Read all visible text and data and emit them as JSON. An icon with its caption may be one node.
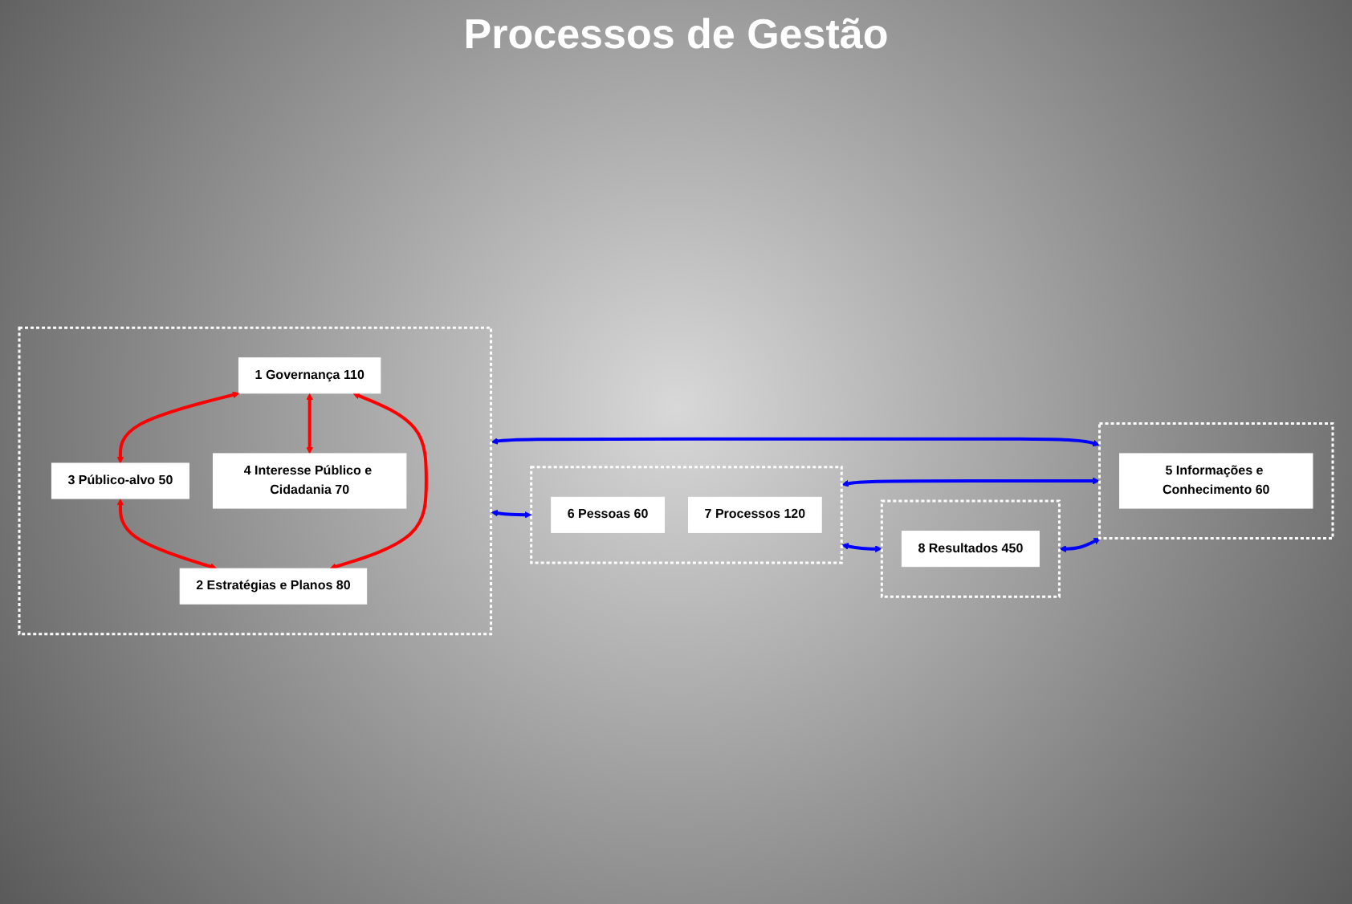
{
  "diagram": {
    "title": "Processos de Gestão",
    "nodes": [
      {
        "text": [],
        "shape": "box"
      },
      {
        "text": [
          "3 Público-alvo 50"
        ],
        "in": 0
      },
      {
        "text": [
          "1 Governança 110"
        ],
        "in": 0
      },
      {
        "text": [
          "2 Estratégias e Planos 80"
        ],
        "in": 0
      },
      {
        "text": [
          "4 Interesse Público e Cidadania 70"
        ],
        "in": 0
      },
      {
        "text": [],
        "shape": "box"
      },
      {
        "text": [
          "6 Pessoas 60"
        ],
        "in": 5
      },
      {
        "text": [
          "7 Processos 120"
        ],
        "in": 5
      },
      {
        "text": [],
        "shape": "box"
      },
      {
        "text": [
          "8 Resultados 450"
        ],
        "in": 8
      },
      {
        "text": [],
        "shape": "box"
      },
      {
        "text": [
          "5 Informações e Conhecimento 60"
        ],
        "in": 10
      }
    ],
    "edges": [
      {
        "from": 2,
        "to": 1,
        "arrow": "both",
        "color": "#ff0000"
      },
      {
        "from": 1,
        "to": 3,
        "arrow": "both",
        "color": "#ff0000"
      },
      {
        "from": 2,
        "to": 3,
        "arrow": "both",
        "color": "#ff0000"
      },
      {
        "from": 2,
        "to": 4,
        "arrow": "both",
        "color": "#ff0000"
      },
      {
        "from": 0,
        "to": 5,
        "arrow": "both"
      },
      {
        "from": 5,
        "to": 8,
        "arrow": "both"
      },
      {
        "from": 0,
        "to": 10,
        "arrow": "both"
      },
      {
        "from": 5,
        "to": 10,
        "arrow": "both"
      },
      {
        "from": 8,
        "to": 10,
        "arrow": "both"
      }
    ]
  }
}
